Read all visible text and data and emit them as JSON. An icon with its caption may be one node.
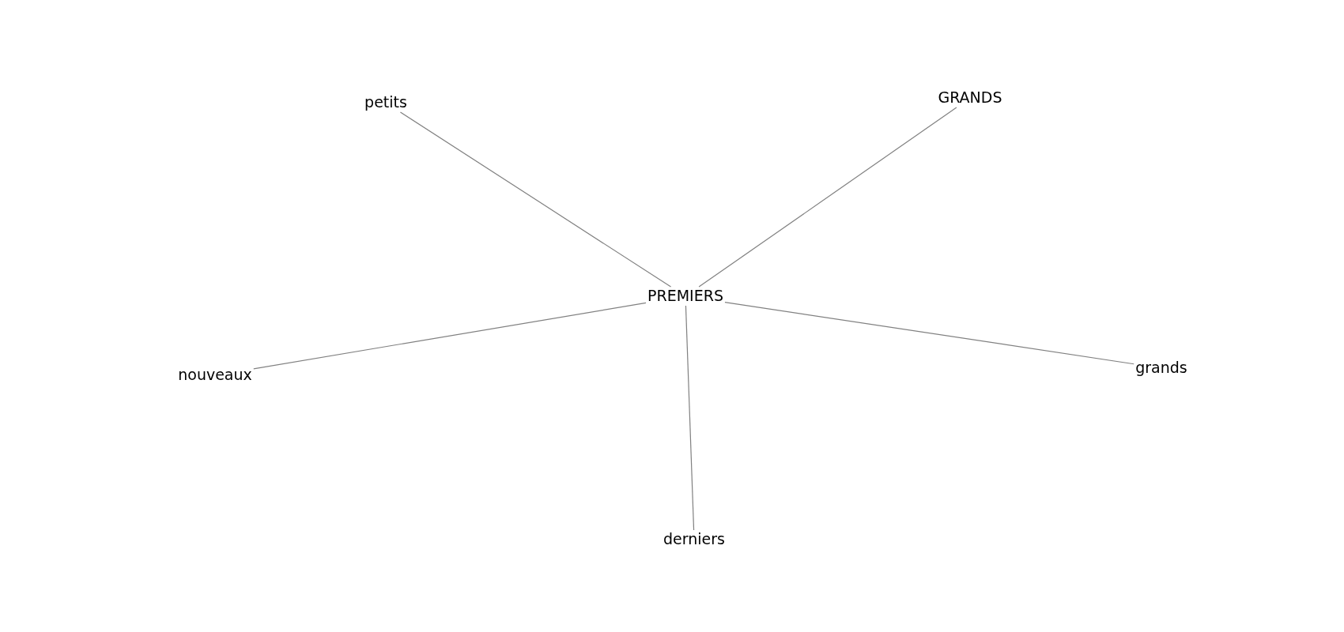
{
  "diagram": {
    "nodes": [
      {
        "text": [
          "petits"
        ]
      },
      {
        "text": [
          "GRANDS"
        ]
      },
      {
        "text": [
          "PREMIERS"
        ]
      },
      {
        "text": [
          "nouveaux"
        ]
      },
      {
        "text": [
          "grands"
        ]
      },
      {
        "text": [
          "derniers"
        ]
      }
    ],
    "edges": [
      {
        "from": 2,
        "to": 0,
        "arrow": "none"
      },
      {
        "from": 2,
        "to": 1,
        "arrow": "none"
      },
      {
        "from": 2,
        "to": 3,
        "arrow": "none"
      },
      {
        "from": 2,
        "to": 4,
        "arrow": "none"
      },
      {
        "from": 2,
        "to": 5,
        "arrow": "none"
      }
    ]
  }
}
